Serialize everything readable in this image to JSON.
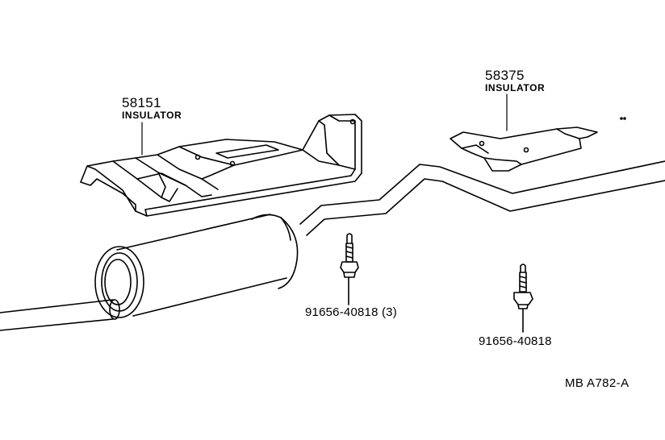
{
  "parts": {
    "insulator_front": {
      "number": "58151",
      "name": "INSULATOR"
    },
    "insulator_rear": {
      "number": "58375",
      "name": "INSULATOR"
    },
    "bolt_left": {
      "number": "91656-40818 (3)"
    },
    "bolt_right": {
      "number": "91656-40818"
    }
  },
  "diagram_ref": "MB  A782-A",
  "colors": {
    "line": "#000000",
    "background": "#ffffff"
  }
}
